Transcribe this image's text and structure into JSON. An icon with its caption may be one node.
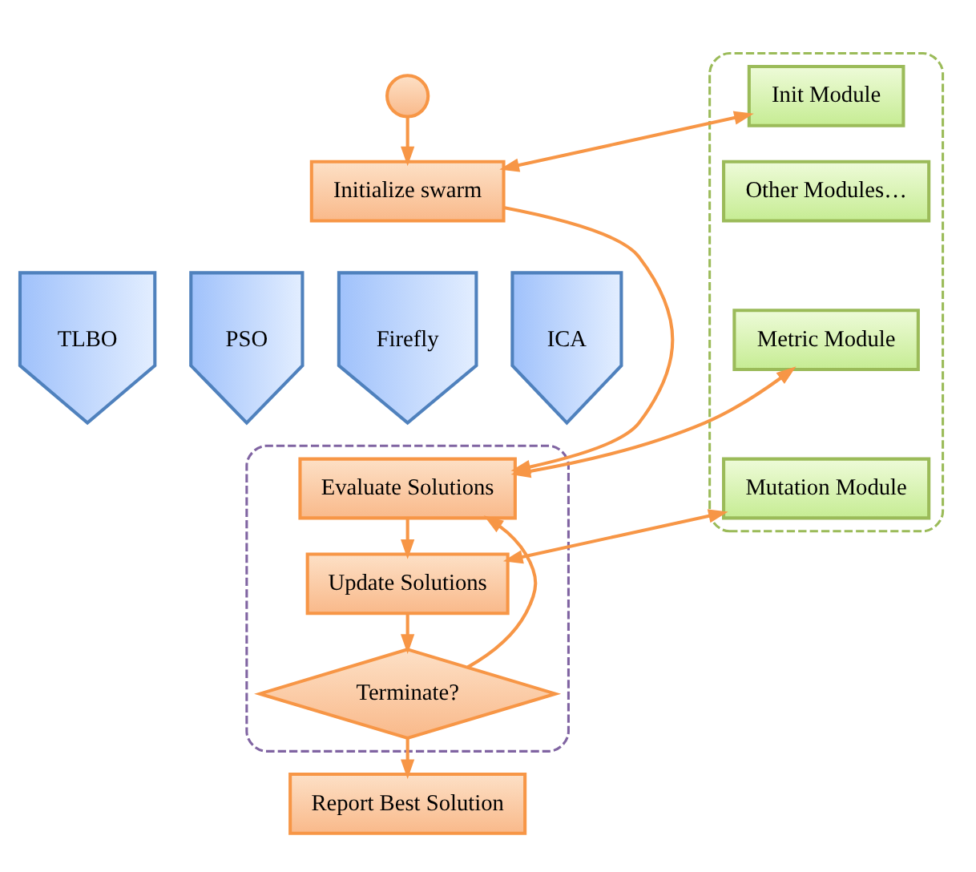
{
  "diagram": {
    "nodes": [
      {
        "text": [],
        "shape": "circle"
      },
      {
        "text": [
          "Initialize swarm"
        ]
      },
      {
        "text": [
          "TLBO"
        ]
      },
      {
        "text": [
          "PSO"
        ]
      },
      {
        "text": [
          "Firefly"
        ]
      },
      {
        "text": [
          "ICA"
        ]
      },
      {
        "text": [],
        "shape": "box"
      },
      {
        "text": [
          "Evaluate Solutions"
        ],
        "in": 6
      },
      {
        "text": [
          "Update Solutions"
        ],
        "in": 6
      },
      {
        "text": [
          "Terminate?"
        ],
        "in": 6
      },
      {
        "text": [
          "Report Best Solution"
        ]
      },
      {
        "text": [],
        "shape": "box"
      },
      {
        "text": [
          "Init Module"
        ],
        "in": 11
      },
      {
        "text": [
          "Other Modules…"
        ],
        "in": 11
      },
      {
        "text": [
          "Metric Module"
        ],
        "in": 11
      },
      {
        "text": [
          "Mutation Module"
        ],
        "in": 11
      }
    ],
    "edges": [
      {
        "from": 0,
        "to": 1,
        "arrow": "to"
      },
      {
        "from": 1,
        "to": 12,
        "arrow": "both"
      },
      {
        "from": 1,
        "to": 7,
        "arrow": "to"
      },
      {
        "from": 7,
        "to": 14,
        "arrow": "both"
      },
      {
        "from": 7,
        "to": 8,
        "arrow": "to"
      },
      {
        "from": 8,
        "to": 15,
        "arrow": "both"
      },
      {
        "from": 8,
        "to": 9,
        "arrow": "to"
      },
      {
        "from": 9,
        "to": 7,
        "arrow": "to"
      },
      {
        "from": 9,
        "to": 10,
        "arrow": "to"
      }
    ]
  }
}
